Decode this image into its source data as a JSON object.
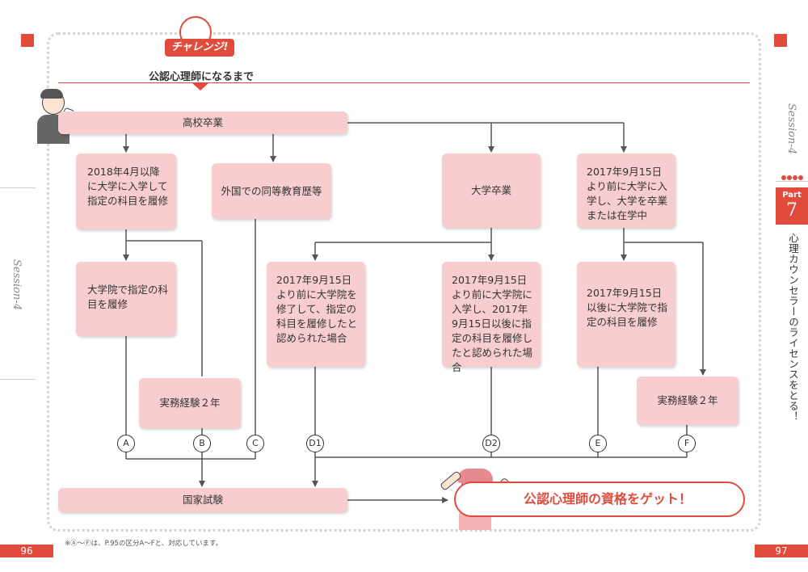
{
  "header": {
    "logo_text": "チャレンジ!",
    "title": "公認心理師になるまで"
  },
  "nodes": {
    "high_school": "高校卒業",
    "n2018": "2018年4月以降に大学に入学して指定の科目を履修",
    "foreign": "外国での同等教育歴等",
    "university": "大学卒業",
    "n2017_top": "2017年9月15日より前に大学に入学し、大学を卒業または在学中",
    "grad_school": "大学院で指定の科目を履修",
    "practice_b": "実務経験２年",
    "d1": "2017年9月15日より前に大学院を修了して、指定の科目を履修したと認められた場合",
    "d2": "2017年9月15日より前に大学院に入学し、2017年9月15日以後に指定の科目を履修したと認められた場合",
    "e": "2017年9月15日以後に大学院で指定の科目を履修",
    "practice_f": "実務経験２年",
    "exam": "国家試験",
    "result": "公認心理師の資格をゲット！"
  },
  "markers": [
    "A",
    "B",
    "C",
    "D1",
    "D2",
    "E",
    "F"
  ],
  "footnote": "※Ⓐ〜Ⓕは、P.95の区分A〜Fと、対応しています。",
  "page_left": "96",
  "page_right": "97",
  "side": {
    "session_right": "Session-4",
    "session_left": "Session-4",
    "part_label": "Part",
    "part_number": "7",
    "chapter_title": "心理カウンセラーのライセンスをとる！"
  },
  "colors": {
    "accent": "#e14b3b",
    "box_fill": "#f8cdd0",
    "line": "#555555"
  }
}
